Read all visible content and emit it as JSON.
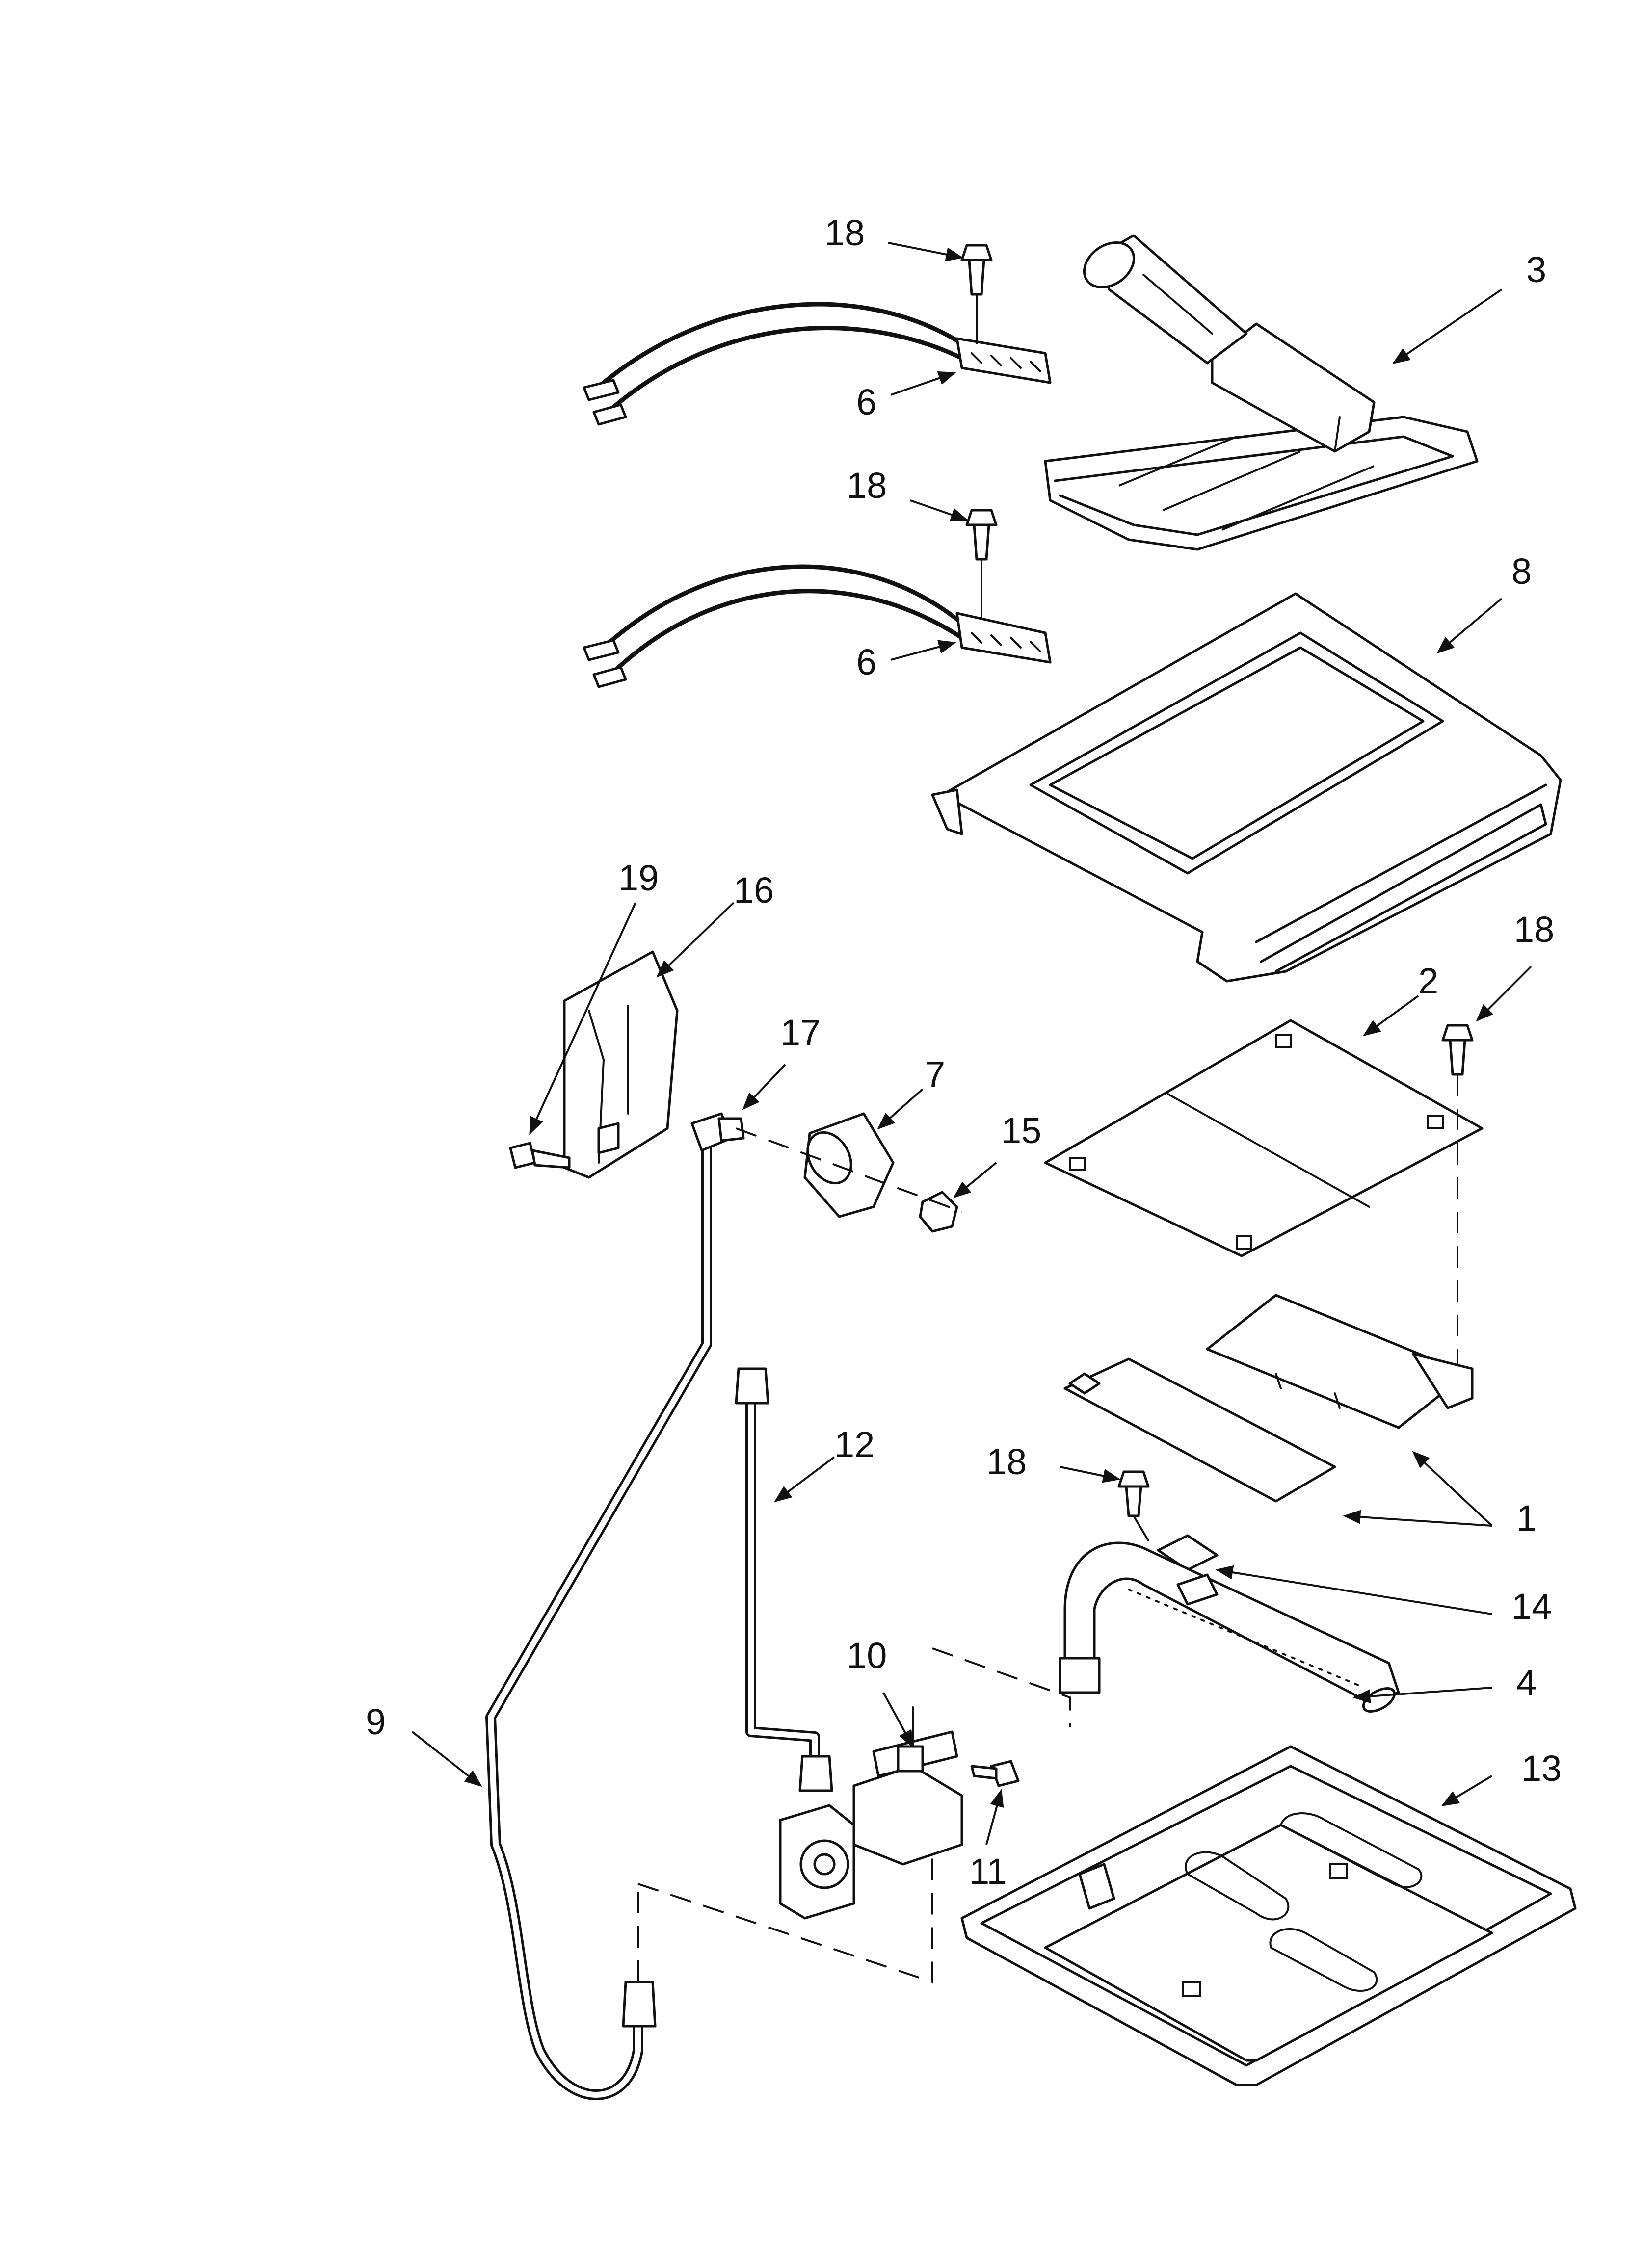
{
  "callouts": [
    {
      "id": "c18a",
      "label": "18"
    },
    {
      "id": "c3",
      "label": "3"
    },
    {
      "id": "c6a",
      "label": "6"
    },
    {
      "id": "c18b",
      "label": "18"
    },
    {
      "id": "c8",
      "label": "8"
    },
    {
      "id": "c6b",
      "label": "6"
    },
    {
      "id": "c19",
      "label": "19"
    },
    {
      "id": "c16",
      "label": "16"
    },
    {
      "id": "c18c",
      "label": "18"
    },
    {
      "id": "c2",
      "label": "2"
    },
    {
      "id": "c17",
      "label": "17"
    },
    {
      "id": "c7",
      "label": "7"
    },
    {
      "id": "c15",
      "label": "15"
    },
    {
      "id": "c12",
      "label": "12"
    },
    {
      "id": "c18d",
      "label": "18"
    },
    {
      "id": "c1",
      "label": "1"
    },
    {
      "id": "c14",
      "label": "14"
    },
    {
      "id": "c10",
      "label": "10"
    },
    {
      "id": "c4",
      "label": "4"
    },
    {
      "id": "c9",
      "label": "9"
    },
    {
      "id": "c13",
      "label": "13"
    },
    {
      "id": "c11",
      "label": "11"
    }
  ]
}
